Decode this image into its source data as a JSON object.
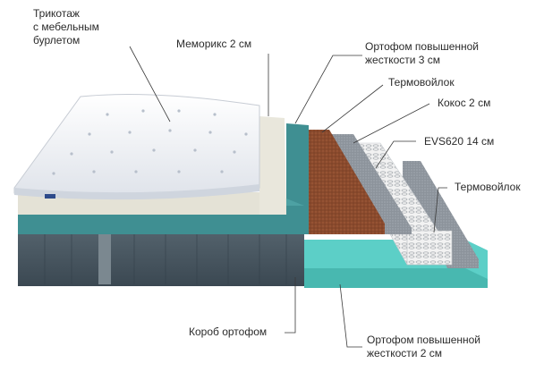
{
  "labels": {
    "knit_cover": "Трикотаж\nс мебельным\nбурлетом",
    "memory_foam": "Мемори­кс 2 см",
    "orthofoam_top": "Ортофом повышенной\nжесткости 3 см",
    "thermofelt_top": "Термовойлок",
    "coconut": "Кокос 2 см",
    "spring_block": "EVS620 14 см",
    "thermofelt_bottom": "Термовойлок",
    "orthofoam_box": "Короб ортофом",
    "orthofoam_bottom": "Ортофом повышенной\nжесткости 2 см"
  },
  "colors": {
    "cover": "#f1f3f7",
    "memory": "#e4e2d6",
    "teal": "#3f8f92",
    "coconut": "#8a4a2d",
    "felt": "#8a9098",
    "spring": "#f4f4f4",
    "aqua": "#5ccfc7",
    "box": "#4a5a66",
    "leader": "#3a3a3a"
  }
}
